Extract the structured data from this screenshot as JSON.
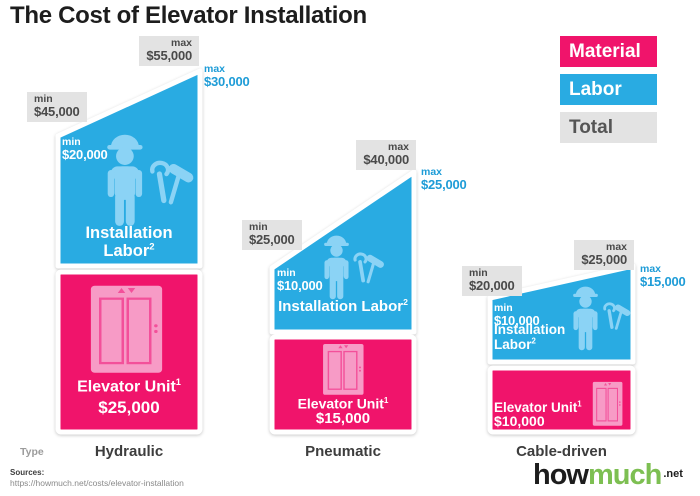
{
  "title": "The Cost of Elevator Installation",
  "legend": {
    "items": [
      {
        "label": "Material",
        "color": "#F0146B"
      },
      {
        "label": "Labor",
        "color": "#29ABE2"
      },
      {
        "label": "Total",
        "color": "#E3E3E3"
      }
    ]
  },
  "type_axis_label": "Type",
  "columns": [
    {
      "type": "Hydraulic",
      "total": {
        "min_label": "min",
        "min_value": "$45,000",
        "max_label": "max",
        "max_value": "$55,000"
      },
      "labor": {
        "label": "Installation Labor",
        "footnote": "2",
        "min_label": "min",
        "min_value": "$20,000",
        "max_label": "max",
        "max_value": "$30,000"
      },
      "material": {
        "label": "Elevator Unit",
        "footnote": "1",
        "value": "$25,000"
      }
    },
    {
      "type": "Pneumatic",
      "total": {
        "min_label": "min",
        "min_value": "$25,000",
        "max_label": "max",
        "max_value": "$40,000"
      },
      "labor": {
        "label": "Installation Labor",
        "footnote": "2",
        "min_label": "min",
        "min_value": "$10,000",
        "max_label": "max",
        "max_value": "$25,000"
      },
      "material": {
        "label": "Elevator Unit",
        "footnote": "1",
        "value": "$15,000"
      }
    },
    {
      "type": "Cable-driven",
      "total": {
        "min_label": "min",
        "min_value": "$20,000",
        "max_label": "max",
        "max_value": "$25,000"
      },
      "labor": {
        "label": "Installation Labor",
        "footnote": "2",
        "min_label": "min",
        "min_value": "$10,000",
        "max_label": "max",
        "max_value": "$15,000"
      },
      "material": {
        "label": "Elevator Unit",
        "footnote": "1",
        "value": "$10,000"
      }
    }
  ],
  "sources": {
    "heading": "Sources:",
    "url": "https://howmuch.net/costs/elevator-installation"
  },
  "logo": {
    "word1": "how",
    "word2": "much",
    "suffix": ".net"
  },
  "colors": {
    "material_pink": "#F0146B",
    "labor_blue": "#29ABE2",
    "total_gray_box": "#E3E3E3",
    "labor_annotation_blue": "#1E9CD7",
    "icon_light_blue": "#8BD3F5",
    "icon_light_pink": "#F79BC6",
    "logo_green": "#7DBF52"
  },
  "chart_data": {
    "type": "bar",
    "title": "The Cost of Elevator Installation",
    "categories": [
      "Hydraulic",
      "Pneumatic",
      "Cable-driven"
    ],
    "series": [
      {
        "name": "Elevator Unit (Material, fixed)",
        "values": [
          25000,
          15000,
          10000
        ]
      },
      {
        "name": "Installation Labor min",
        "values": [
          20000,
          10000,
          10000
        ]
      },
      {
        "name": "Installation Labor max",
        "values": [
          30000,
          25000,
          15000
        ]
      },
      {
        "name": "Total min",
        "values": [
          45000,
          25000,
          20000
        ]
      },
      {
        "name": "Total max",
        "values": [
          55000,
          40000,
          25000
        ]
      }
    ],
    "unit": "USD",
    "xlabel": "Type",
    "ylabel": "",
    "legend": [
      "Material",
      "Labor",
      "Total"
    ],
    "legend_position": "top-right",
    "grid": false,
    "notes": "Stacked range pictograph: pink base = fixed material cost; blue segment top edge slants from labor min (left) to labor max (right); gray boxes annotate total min/max."
  }
}
